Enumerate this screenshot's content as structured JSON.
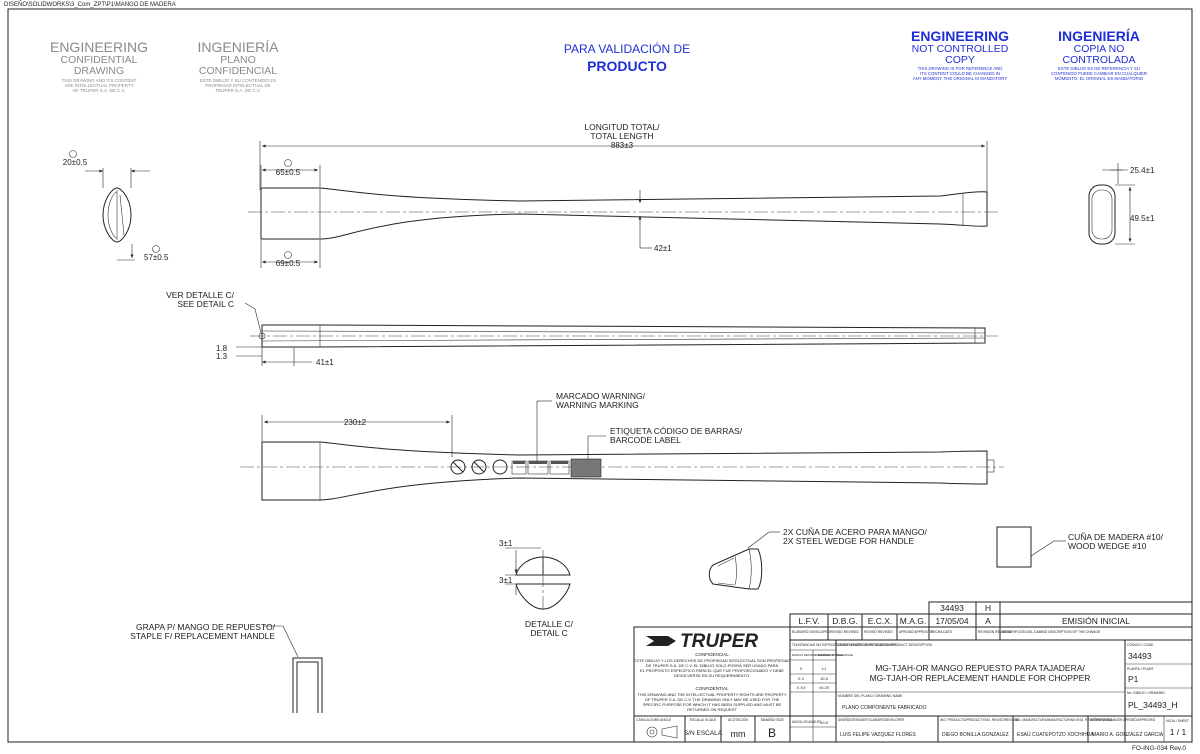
{
  "file_path": "DISEÑO\\SOLIDWORKS\\3_Com_ZPT\\P1\\MANGO DE MADERA",
  "form_code": "FO-ING-034 Rev.0",
  "stamps": {
    "eng_conf": {
      "title": "ENGINEERING",
      "line1": "CONFIDENTIAL",
      "line2": "DRAWING",
      "small1": "THIS DRAWING AND ITS CONTENT",
      "small2": "ARE INTELLECTUAL PROPERTY",
      "small3": "OF TRUPER S.A. DE C.V."
    },
    "ing_conf": {
      "title": "INGENIERÍA",
      "line1": "PLANO",
      "line2": "CONFIDENCIAL",
      "small1": "ESTE DIBUJO Y SU CONTENIDO ES",
      "small2": "PROPIEDAD INTELECTUAL DE",
      "small3": "TRUPER S.A. DE C.V."
    },
    "validation": {
      "line1": "PARA VALIDACIÓN DE",
      "line2": "PRODUCTO"
    },
    "eng_nc": {
      "title": "ENGINEERING",
      "line1": "NOT CONTROLLED",
      "line2": "COPY",
      "small1": "THIS DRAWING IS FOR REFERENCE AND",
      "small2": "ITS CONTENT COULD BE CHANGED IN",
      "small3": "ANY MOMENT, THE ORIGINAL IS MANDATORY"
    },
    "ing_nc": {
      "title": "INGENIERÍA",
      "line1": "COPIA NO",
      "line2": "CONTROLADA",
      "small1": "ESTE DIBUJO ES DE REFERENCIA Y SU",
      "small2": "CONTENIDO PUEDE CAMBIAR EN CUALQUIER",
      "small3": "MOMENTO. EL ORIGINAL ES MANDATORIO"
    }
  },
  "dims": {
    "total_es": "LONGITUD TOTAL/",
    "total_en": "TOTAL LENGTH",
    "total_val": "883±3",
    "d65": "65±0.5",
    "d69": "69±0.5",
    "d42": "42±1",
    "d20": "20±0.5",
    "d57": "57±0.5",
    "d25": "25.4±1",
    "d49": "49.5±1",
    "detail_ref_es": "VER DETALLE C/",
    "detail_ref_en": "SEE DETAIL C",
    "d18": "1.8",
    "d13": "1.3",
    "d41": "41±1",
    "d230": "230±2",
    "d3a": "3±1",
    "d3b": "3±1"
  },
  "callouts": {
    "warning_es": "MARCADO WARNING/",
    "warning_en": "WARNING MARKING",
    "barcode_es": "ETIQUETA CÓDIGO DE BARRAS/",
    "barcode_en": "BARCODE LABEL",
    "wedge_steel_es": "2X CUÑA DE ACERO PARA MANGO/",
    "wedge_steel_en": "2X STEEL WEDGE FOR HANDLE",
    "wedge_wood_es": "CUÑA DE MADERA #10/",
    "wedge_wood_en": "WOOD WEDGE #10",
    "detail_es": "DETALLE C/",
    "detail_en": "DETAIL C",
    "staple_es": "GRAPA P/ MANGO DE REPUESTO/",
    "staple_en": "STAPLE F/ REPLACEMENT HANDLE"
  },
  "title_block": {
    "revision": {
      "part_no": "34493",
      "rev": "H",
      "date": "17/05/04",
      "rev_letter": "A",
      "description": "EMISIÓN INICIAL"
    },
    "initials": [
      "L.F.V.",
      "D.B.G.",
      "E.C.X.",
      "M.A.G."
    ],
    "initials_captions": [
      "ELABORÓ DEVELOPED",
      "REVISÓ REVISED",
      "REVISÓ REVISED",
      "APROBÓ APPROVED",
      "FECHA DATE",
      "REVISIÓN REVISION",
      "DESCRIPCIÓN DEL CAMBIO DESCRIPTION OF THE CHANGE"
    ],
    "brand": "TRUPER",
    "conf_es_title": "CONFIDENCIAL",
    "conf_es": [
      "ESTE DIBUJO Y LOS DERECHOS DE PROPIEDAD INTELECTUAL SON PROPIEDAD",
      "DE TRUPER S.A. DE C.V.  EL DIBUJO SOLO PODRÁ SER USADO PARA",
      "EL PROPÓSITO ESPECÍFICO PARA EL QUE FUE PROPORCIONADO Y DEBE",
      "DEVOLVERSE EN SU REQUERIMIENTO."
    ],
    "conf_en_title": "CONFIDENTIAL",
    "conf_en": [
      "THIS DRAWING AND THE INTELLECTUAL PROPERTY RIGHTS ARE PROPERTY",
      "OF TRUPER S.A. DE C.V.  THE DRAWING ONLY MAY BE USED FOR THE",
      "SPECIFIC PURPOSE FOR WHICH IT HAS BEEN SUPPLIED AND MUST BE",
      "RETURNED ON REQUEST"
    ],
    "tolerance_header": "TOLERANCIAS NO ESPECIFICADAS / UNSPECIFIED TOLERANCES",
    "tolerance_cols": [
      "RANGO DECIMAL DECIMAL RANGE",
      "TOLERANCIA TOLERANCE"
    ],
    "tolerance_rows": [
      [
        "X",
        "±1"
      ],
      [
        "X.X",
        "±0.5"
      ],
      [
        "X.XX",
        "±0.25"
      ]
    ],
    "angles_caption": "ÁNGULOS ANGLES",
    "angles_val": "±0.5",
    "desc_caption": "DESCRIPCIÓN DEL PRODUCTO /PRODUCT DESCRIPTION",
    "desc_es": "MG-TJAH-OR MANGO REPUESTO PARA TAJADERA/",
    "desc_en": "MG-TJAH-OR REPLACEMENT HANDLE FOR CHOPPER",
    "plan_caption": "NOMBRE DEL PLANO / DRAWING NAME",
    "plan_name": "PLANO COMPONENTE FABRICADO",
    "code_caption": "CÓDIGO / CODE",
    "code": "34493",
    "plant_caption": "PLANTA / PLANT",
    "plant": "P1",
    "drawing_no_caption": "No. DIBUJO / DRAWING",
    "drawing_no": "PL_34493_H",
    "sheet_caption": "HOJA / SHEET",
    "sheet": "1 / 1",
    "projection_caption": "3 ÁNGULO/3RD ANGLE",
    "scale_caption": "ESCALA/ SCALE",
    "scale": "S/N ESCALA",
    "units_caption": "ACOTACIÓN",
    "units": "mm",
    "size_caption": "TAMAÑO/ SIZE",
    "size": "B",
    "roles": [
      {
        "caption": "DISEÑÓ/DESIGNER ELABORÓ/DEVELOPER",
        "name": "LUIS FELIPE VAZQUEZ FLORES"
      },
      {
        "caption": "ING. PRODUCTO/PRODUCT ENG. REVISÓ/REVISED",
        "name": "DIEGO BONILLA GONZALEZ"
      },
      {
        "caption": "ING. MANUFACTURA/MANUFACTURING ENG. REVISÓ/REVISED",
        "name": "ESAÚ CUATEPOTZO XOCHIHUA"
      },
      {
        "caption": "GERENTE/MANAGER APROBÓ/APPROVED",
        "name": "MARIO A. GONZALEZ GARCIA"
      }
    ]
  }
}
